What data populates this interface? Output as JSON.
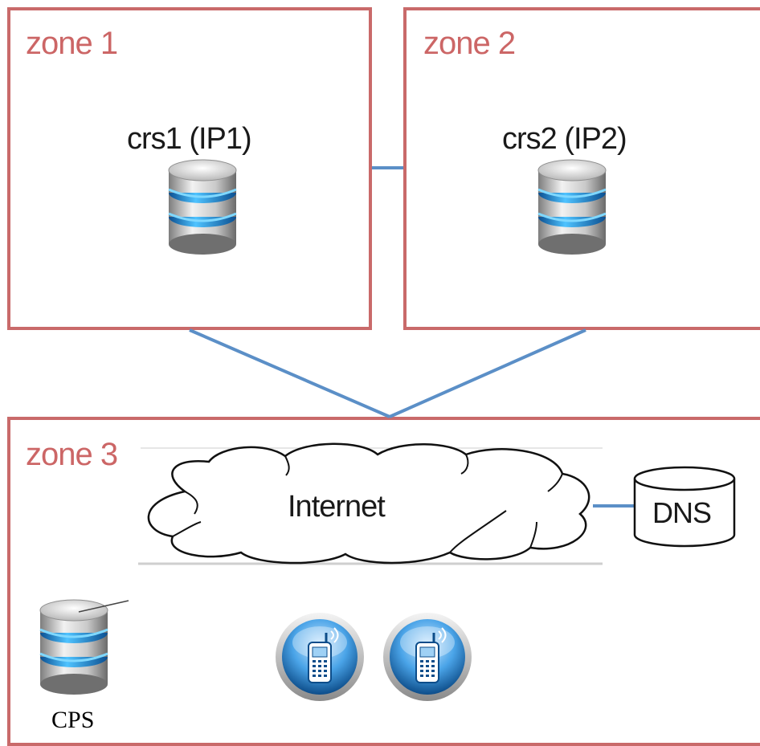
{
  "zones": {
    "zone1": {
      "label": "zone 1"
    },
    "zone2": {
      "label": "zone 2"
    },
    "zone3": {
      "label": "zone 3"
    }
  },
  "servers": {
    "crs1": {
      "label": "crs1 (IP1)",
      "icon": "database-server-icon"
    },
    "crs2": {
      "label": "crs2 (IP2)",
      "icon": "database-server-icon"
    },
    "cps": {
      "label": "CPS",
      "icon": "database-server-icon"
    }
  },
  "internet": {
    "label": "Internet",
    "icon": "cloud-icon"
  },
  "dns": {
    "label": "DNS",
    "icon": "cylinder-icon"
  },
  "phones": [
    {
      "icon": "mobile-phone-icon"
    },
    {
      "icon": "mobile-phone-icon"
    }
  ],
  "colors": {
    "zone_border": "#c96a6a",
    "zone_label": "#cc6666",
    "link": "#5b8fc7",
    "db_accent": "#1e8fe0"
  }
}
